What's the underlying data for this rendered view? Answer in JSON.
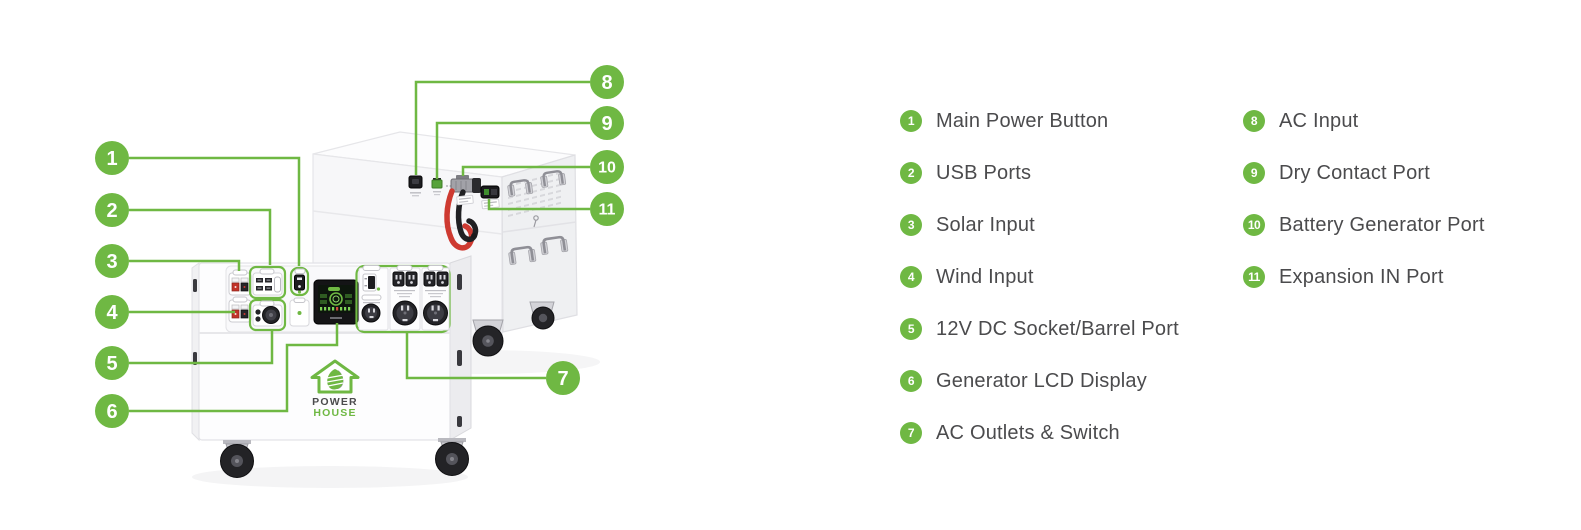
{
  "colors": {
    "accent": "#6fb843",
    "text": "#4b4b4d",
    "port_dark": "#1d1d20",
    "cable_red": "#ce3a31"
  },
  "brand": {
    "line1": "POWER",
    "line2": "HOUSE"
  },
  "legend": {
    "column1": [
      {
        "num": "1",
        "label": "Main Power Button"
      },
      {
        "num": "2",
        "label": "USB Ports"
      },
      {
        "num": "3",
        "label": "Solar Input"
      },
      {
        "num": "4",
        "label": "Wind Input"
      },
      {
        "num": "5",
        "label": "12V DC Socket/Barrel Port"
      },
      {
        "num": "6",
        "label": "Generator LCD Display"
      },
      {
        "num": "7",
        "label": "AC Outlets & Switch"
      }
    ],
    "column2": [
      {
        "num": "8",
        "label": "AC Input"
      },
      {
        "num": "9",
        "label": "Dry Contact Port"
      },
      {
        "num": "10",
        "label": "Battery Generator Port"
      },
      {
        "num": "11",
        "label": "Expansion IN Port"
      }
    ]
  }
}
